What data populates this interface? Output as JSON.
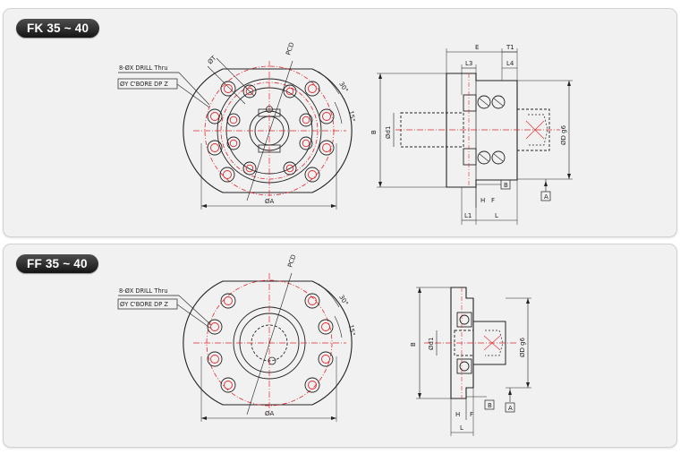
{
  "sections": [
    {
      "title": "FK 35 ~ 40",
      "callout_line1": "8-ØX DRILL Thru",
      "callout_line2": "ØY C'BORE DP Z",
      "front_view_labels": {
        "pcd": "PCD",
        "phi_t": "ØT",
        "phi_a": "ØA",
        "angle_30": "30°",
        "angle_15": "15°"
      },
      "side_view_labels": {
        "e": "E",
        "t1": "T1",
        "l3": "L3",
        "l4": "L4",
        "b": "B",
        "phi_d1": "Ød1",
        "phi_d": "ØD g6",
        "h": "H",
        "f": "F",
        "datum_b": "B",
        "datum_a": "A",
        "l1": "L1",
        "l": "L"
      }
    },
    {
      "title": "FF 35 ~ 40",
      "callout_line1": "8-ØX DRILL Thru",
      "callout_line2": "ØY C'BORE DP Z",
      "front_view_labels": {
        "pcd": "PCD",
        "phi_a": "ØA",
        "angle_30": "30°",
        "angle_15": "15°"
      },
      "side_view_labels": {
        "b": "B",
        "phi_d1": "Ød1",
        "phi_d": "ØD g6",
        "h": "H",
        "f": "F",
        "datum_b": "B",
        "datum_a": "A",
        "l": "L"
      }
    }
  ],
  "colors": {
    "panel_bg": "#f1f1f1",
    "line": "#222222",
    "center_line": "#e0282d",
    "pill_bg": "#1e1e1e"
  }
}
